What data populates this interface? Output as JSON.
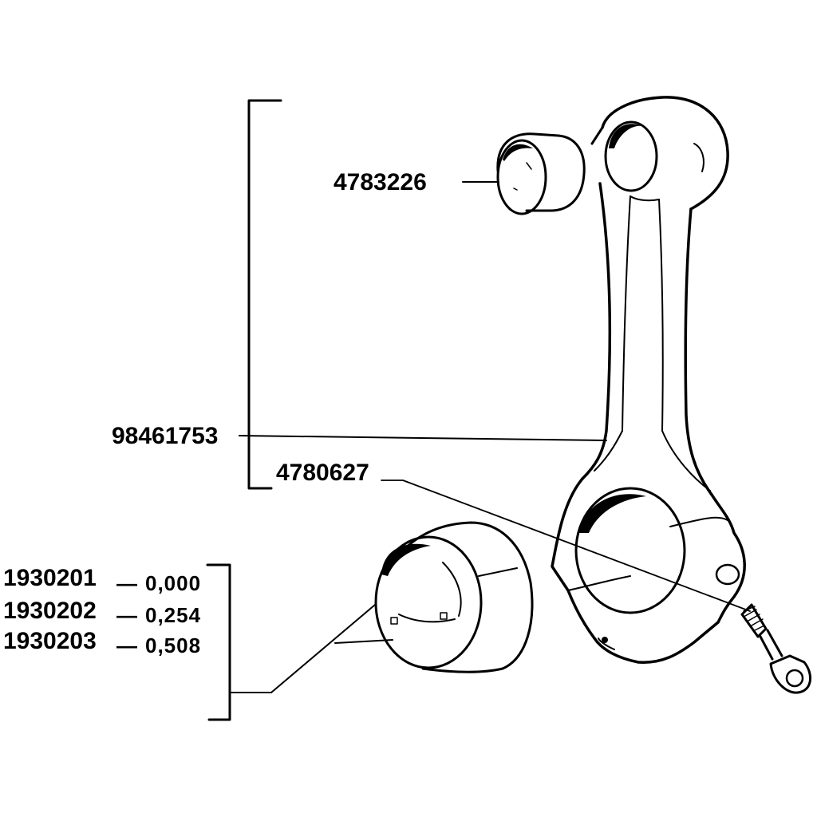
{
  "parts": {
    "small_end_bush": "4783226",
    "connecting_rod_assembly": "98461753",
    "cap_bolt": "4780627",
    "big_end_bearings": [
      {
        "code": "1930201",
        "undersize": "0,000"
      },
      {
        "code": "1930202",
        "undersize": "0,254"
      },
      {
        "code": "1930203",
        "undersize": "0,508"
      }
    ]
  },
  "dash": "—",
  "colors": {
    "ink": "#000000",
    "paper": "#ffffff"
  }
}
